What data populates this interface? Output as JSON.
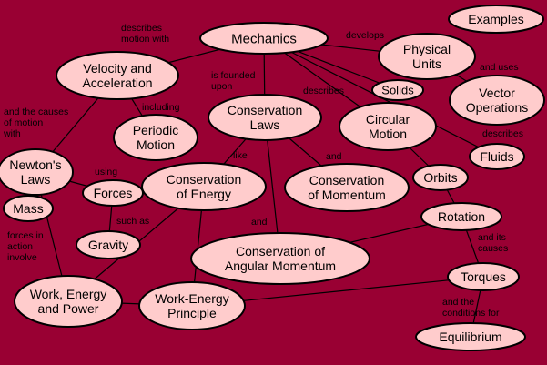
{
  "background_color": "#990033",
  "node_fill": "#ffcccc",
  "nodes": {
    "mechanics": {
      "lines": [
        "Mechanics"
      ]
    },
    "examples": {
      "lines": [
        "Examples"
      ]
    },
    "velocity": {
      "lines": [
        "Velocity and",
        "Acceleration"
      ]
    },
    "physical_units": {
      "lines": [
        "Physical",
        "Units"
      ]
    },
    "solids": {
      "lines": [
        "Solids"
      ]
    },
    "vector_operations": {
      "lines": [
        "Vector",
        "Operations"
      ]
    },
    "conservation_laws": {
      "lines": [
        "Conservation",
        "Laws"
      ]
    },
    "circular_motion": {
      "lines": [
        "Circular",
        "Motion"
      ]
    },
    "periodic_motion": {
      "lines": [
        "Periodic",
        "Motion"
      ]
    },
    "fluids": {
      "lines": [
        "Fluids"
      ]
    },
    "newtons_laws": {
      "lines": [
        "Newton's",
        "Laws"
      ]
    },
    "conservation_energy": {
      "lines": [
        "Conservation",
        "of Energy"
      ]
    },
    "conservation_momentum": {
      "lines": [
        "Conservation",
        "of Momentum"
      ]
    },
    "orbits": {
      "lines": [
        "Orbits"
      ]
    },
    "forces": {
      "lines": [
        "Forces"
      ]
    },
    "mass": {
      "lines": [
        "Mass"
      ]
    },
    "rotation": {
      "lines": [
        "Rotation"
      ]
    },
    "gravity": {
      "lines": [
        "Gravity"
      ]
    },
    "conservation_angular": {
      "lines": [
        "Conservation of",
        "Angular Momentum"
      ]
    },
    "torques": {
      "lines": [
        "Torques"
      ]
    },
    "work_energy_power": {
      "lines": [
        "Work, Energy",
        "and Power"
      ]
    },
    "work_energy_principle": {
      "lines": [
        "Work-Energy",
        "Principle"
      ]
    },
    "equilibrium": {
      "lines": [
        "Equilibrium"
      ]
    }
  },
  "edge_labels": {
    "describes_motion_with": [
      "describes",
      "motion with"
    ],
    "develops": [
      "develops"
    ],
    "and_uses": [
      "and uses"
    ],
    "is_founded_upon": [
      "is founded",
      "upon"
    ],
    "describes_1": [
      "describes"
    ],
    "including": [
      "including"
    ],
    "describes_2": [
      "describes"
    ],
    "and_the_causes": [
      "and the causes",
      "of motion",
      "with"
    ],
    "like": [
      "like"
    ],
    "and_1": [
      "and"
    ],
    "using": [
      "using"
    ],
    "such_as": [
      "such as"
    ],
    "and_2": [
      "and"
    ],
    "and_its_causes": [
      "and its",
      "causes"
    ],
    "forces_in_action": [
      "forces in",
      "action",
      "involve"
    ],
    "and_the_conditions": [
      "and the",
      "conditions for"
    ]
  }
}
